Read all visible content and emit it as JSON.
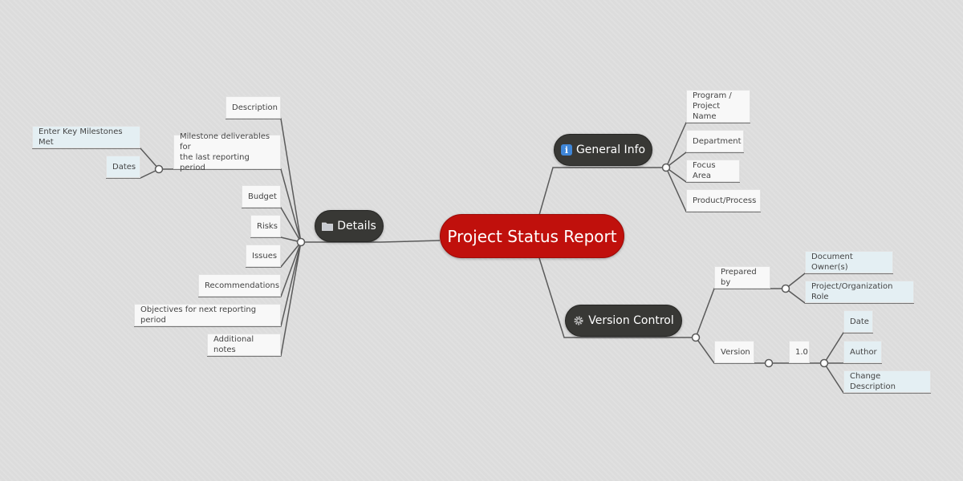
{
  "root": {
    "label": "Project Status Report"
  },
  "branches": {
    "general_info": {
      "label": "General Info",
      "icon": "info-icon",
      "items": [
        "Program /\nProject Name",
        "Department",
        "Focus Area",
        "Product/Process"
      ]
    },
    "details": {
      "label": "Details",
      "icon": "folder-icon",
      "items": {
        "description": "Description",
        "milestone": "Milestone deliverables for\nthe last reporting period",
        "milestone_children": [
          "Enter Key Milestones Met",
          "Dates"
        ],
        "budget": "Budget",
        "risks": "Risks",
        "issues": "Issues",
        "recommendations": "Recommendations",
        "objectives": "Objectives for next reporting period",
        "notes": "Additional notes"
      }
    },
    "version_control": {
      "label": "Version Control",
      "icon": "gear-icon",
      "prepared_by": {
        "label": "Prepared by",
        "children": [
          "Document Owner(s)",
          "Project/Organization Role"
        ]
      },
      "version": {
        "label": "Version",
        "value": "1.0",
        "children": [
          "Date",
          "Author",
          "Change Description"
        ]
      }
    }
  },
  "colors": {
    "background": "#dcdcdc",
    "root": "#c0100c",
    "pill": "#383835",
    "connector": "#5a5a5a",
    "node_white": "#f8f8f8",
    "node_blue": "#e4eff3"
  }
}
